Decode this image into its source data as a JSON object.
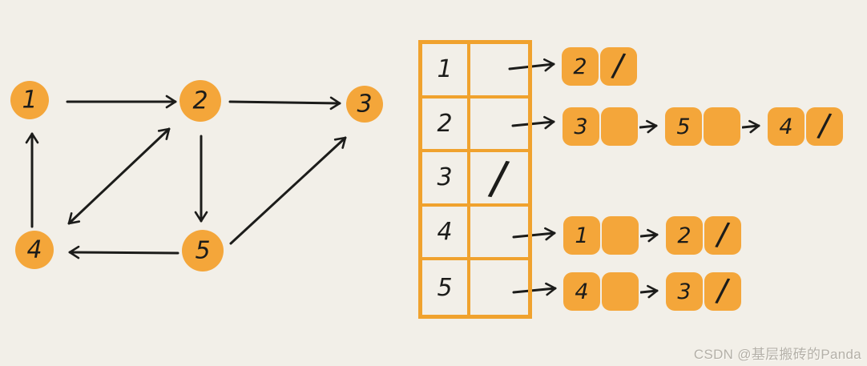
{
  "colors": {
    "background": "#F2EFE8",
    "accent_orange": "#F4A63A",
    "table_border": "#F0A22E",
    "ink": "#1c1c1a",
    "watermark_gray": "#B4B0A8"
  },
  "graph": {
    "nodes": [
      {
        "id": "1",
        "label": "1"
      },
      {
        "id": "2",
        "label": "2"
      },
      {
        "id": "3",
        "label": "3"
      },
      {
        "id": "4",
        "label": "4"
      },
      {
        "id": "5",
        "label": "5"
      }
    ],
    "edges": [
      {
        "from": "1",
        "to": "2",
        "bidirectional": false
      },
      {
        "from": "2",
        "to": "3",
        "bidirectional": false
      },
      {
        "from": "4",
        "to": "1",
        "bidirectional": false
      },
      {
        "from": "2",
        "to": "5",
        "bidirectional": false
      },
      {
        "from": "2",
        "to": "4",
        "bidirectional": true
      },
      {
        "from": "5",
        "to": "4",
        "bidirectional": false
      },
      {
        "from": "5",
        "to": "3",
        "bidirectional": false
      }
    ]
  },
  "adjacency_table": {
    "rows": [
      {
        "vertex": "1",
        "pointer": "arrow"
      },
      {
        "vertex": "2",
        "pointer": "arrow"
      },
      {
        "vertex": "3",
        "pointer": "null"
      },
      {
        "vertex": "4",
        "pointer": "arrow"
      },
      {
        "vertex": "5",
        "pointer": "arrow"
      }
    ]
  },
  "linked_lists": [
    {
      "vertex": "1",
      "nodes": [
        {
          "value": "2",
          "next": "null"
        }
      ]
    },
    {
      "vertex": "2",
      "nodes": [
        {
          "value": "3",
          "next": "arrow"
        },
        {
          "value": "5",
          "next": "arrow"
        },
        {
          "value": "4",
          "next": "null"
        }
      ]
    },
    {
      "vertex": "4",
      "nodes": [
        {
          "value": "1",
          "next": "arrow"
        },
        {
          "value": "2",
          "next": "null"
        }
      ]
    },
    {
      "vertex": "5",
      "nodes": [
        {
          "value": "4",
          "next": "arrow"
        },
        {
          "value": "3",
          "next": "null"
        }
      ]
    }
  ],
  "symbols": {
    "null_slash": "/"
  },
  "watermark": {
    "text": "CSDN @基层搬砖的Panda"
  }
}
